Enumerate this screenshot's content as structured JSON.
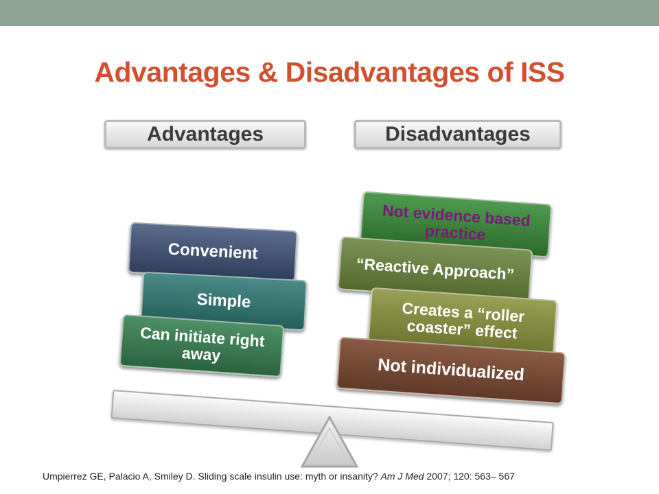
{
  "title": "Advantages & Disadvantages of ISS",
  "headers": {
    "advantages": "Advantages",
    "disadvantages": "Disadvantages"
  },
  "advantages": [
    {
      "label": "Convenient"
    },
    {
      "label": "Simple"
    },
    {
      "label": "Can initiate right away"
    }
  ],
  "disadvantages": [
    {
      "label": "Not evidence based practice"
    },
    {
      "label": "“Reactive Approach”"
    },
    {
      "label": "Creates a “roller coaster” effect"
    },
    {
      "label": "Not individualized"
    }
  ],
  "citation": {
    "prefix": "Umpierrez GE,  Palacio A, Smiley D. Sliding scale insulin use: myth or insanity? ",
    "journal": "Am J Med",
    "suffix": " 2007; 120: 563– 567"
  },
  "colors": {
    "title": "#d1502f",
    "topbar": "#8fa396",
    "evidence_text": "#7a1a7a"
  }
}
